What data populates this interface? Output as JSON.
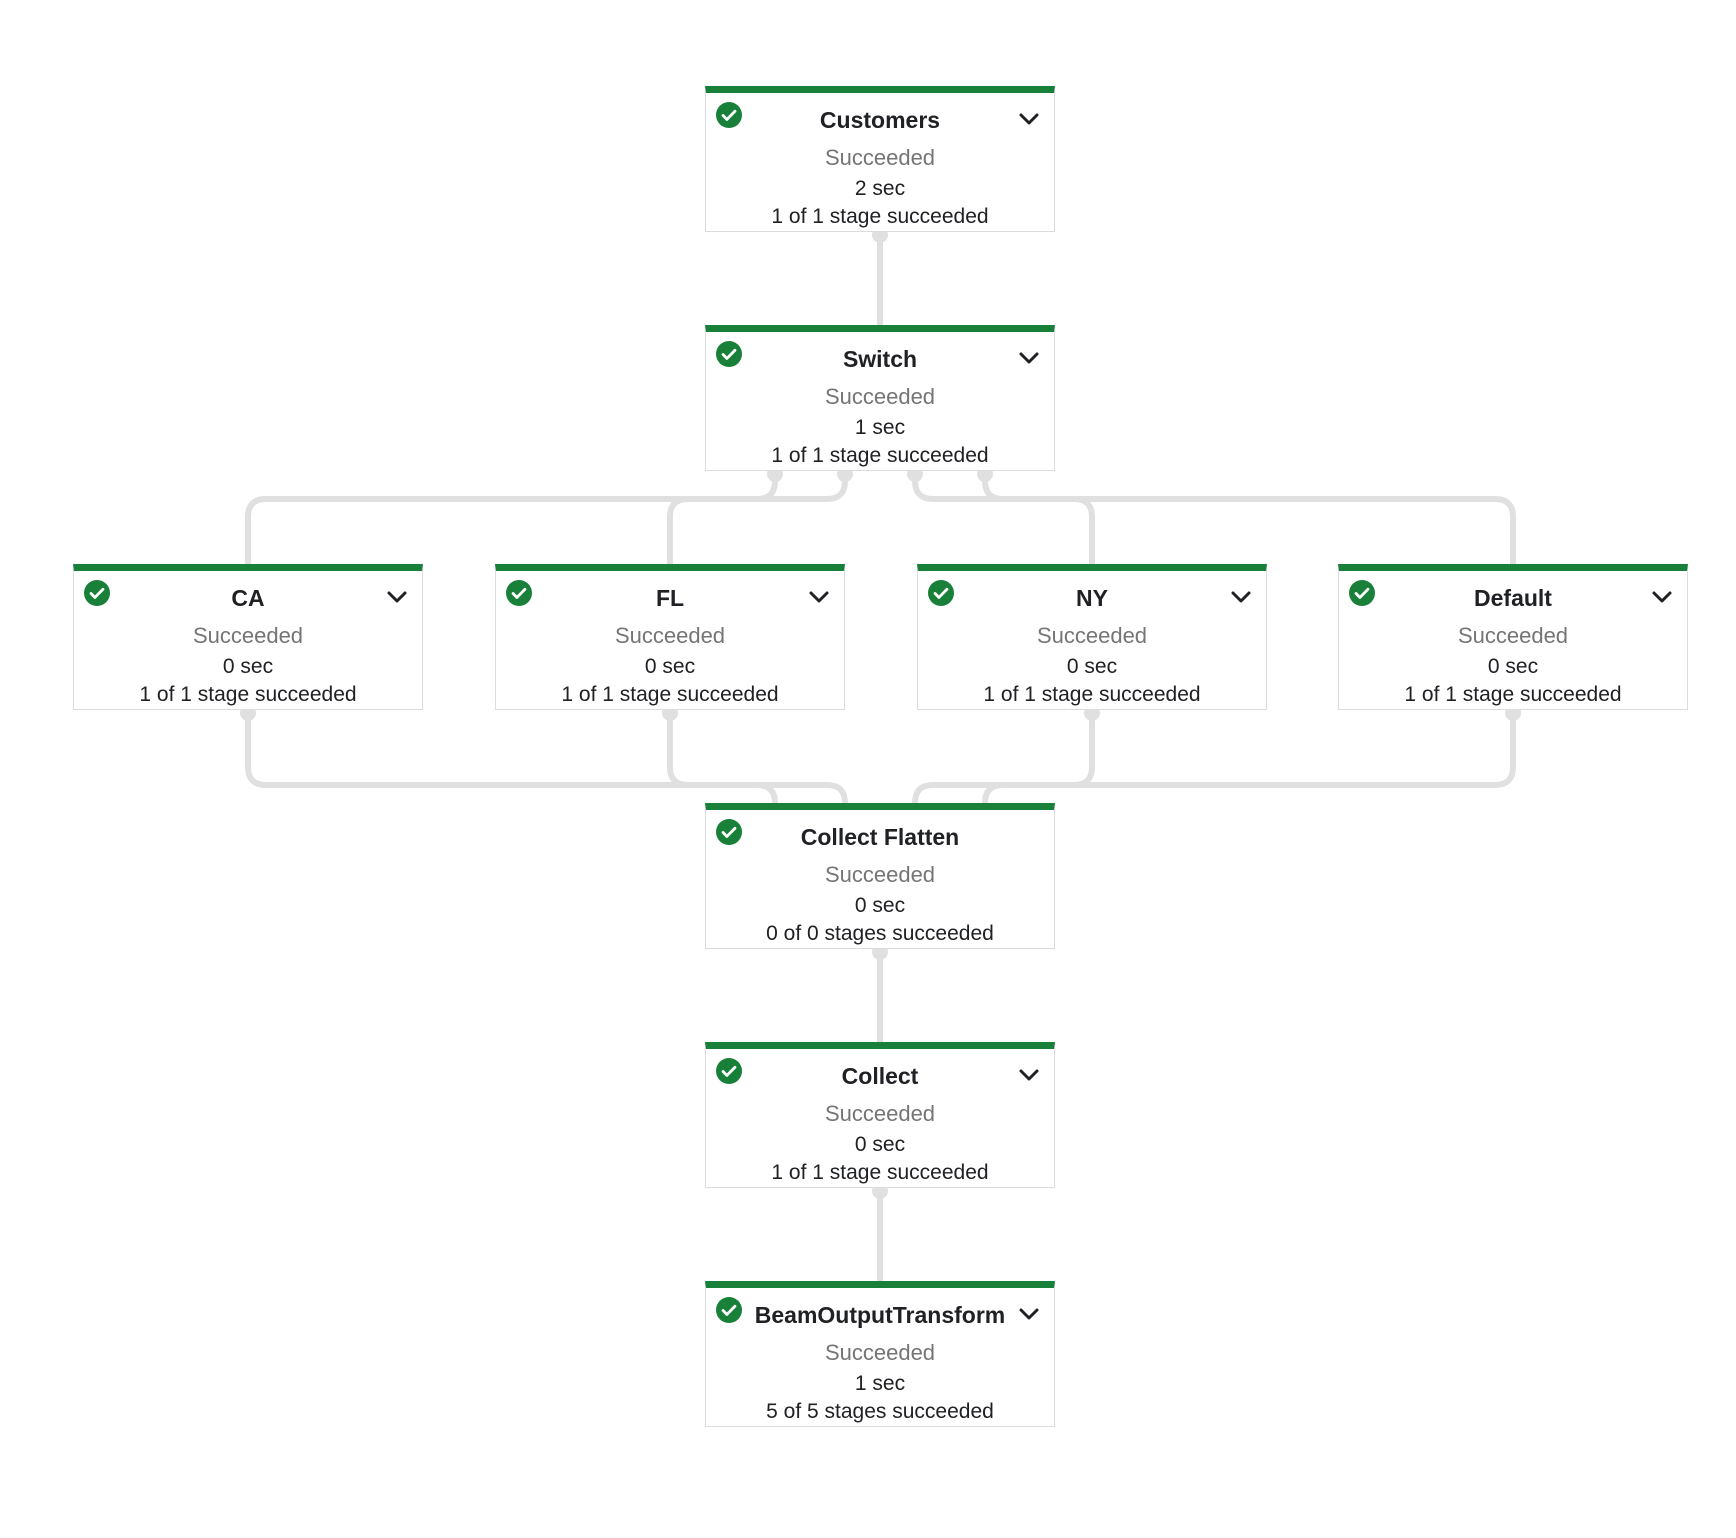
{
  "colors": {
    "success": "#188038",
    "edge": "#e0e0e0",
    "muted": "#757575"
  },
  "nodes": [
    {
      "id": "customers",
      "name": "Customers",
      "status": "Succeeded",
      "duration": "2 sec",
      "stages": "1 of 1 stage succeeded",
      "icon": "check-circle-icon",
      "expand_icon": "chevron-down-icon"
    },
    {
      "id": "switch",
      "name": "Switch",
      "status": "Succeeded",
      "duration": "1 sec",
      "stages": "1 of 1 stage succeeded",
      "icon": "check-circle-icon",
      "expand_icon": "chevron-down-icon"
    },
    {
      "id": "ca",
      "name": "CA",
      "status": "Succeeded",
      "duration": "0 sec",
      "stages": "1 of 1 stage succeeded",
      "icon": "check-circle-icon",
      "expand_icon": "chevron-down-icon"
    },
    {
      "id": "fl",
      "name": "FL",
      "status": "Succeeded",
      "duration": "0 sec",
      "stages": "1 of 1 stage succeeded",
      "icon": "check-circle-icon",
      "expand_icon": "chevron-down-icon"
    },
    {
      "id": "ny",
      "name": "NY",
      "status": "Succeeded",
      "duration": "0 sec",
      "stages": "1 of 1 stage succeeded",
      "icon": "check-circle-icon",
      "expand_icon": "chevron-down-icon"
    },
    {
      "id": "default",
      "name": "Default",
      "status": "Succeeded",
      "duration": "0 sec",
      "stages": "1 of 1 stage succeeded",
      "icon": "check-circle-icon",
      "expand_icon": "chevron-down-icon"
    },
    {
      "id": "collect-flatten",
      "name": "Collect Flatten",
      "status": "Succeeded",
      "duration": "0 sec",
      "stages": "0 of 0 stages succeeded",
      "icon": "check-circle-icon"
    },
    {
      "id": "collect",
      "name": "Collect",
      "status": "Succeeded",
      "duration": "0 sec",
      "stages": "1 of 1 stage succeeded",
      "icon": "check-circle-icon",
      "expand_icon": "chevron-down-icon"
    },
    {
      "id": "beam-output",
      "name": "BeamOutputTransform",
      "status": "Succeeded",
      "duration": "1 sec",
      "stages": "5 of 5 stages succeeded",
      "icon": "check-circle-icon",
      "expand_icon": "chevron-down-icon"
    }
  ],
  "edges": [
    [
      "customers",
      "switch"
    ],
    [
      "switch",
      "ca"
    ],
    [
      "switch",
      "fl"
    ],
    [
      "switch",
      "ny"
    ],
    [
      "switch",
      "default"
    ],
    [
      "ca",
      "collect-flatten"
    ],
    [
      "fl",
      "collect-flatten"
    ],
    [
      "ny",
      "collect-flatten"
    ],
    [
      "default",
      "collect-flatten"
    ],
    [
      "collect-flatten",
      "collect"
    ],
    [
      "collect",
      "beam-output"
    ]
  ]
}
